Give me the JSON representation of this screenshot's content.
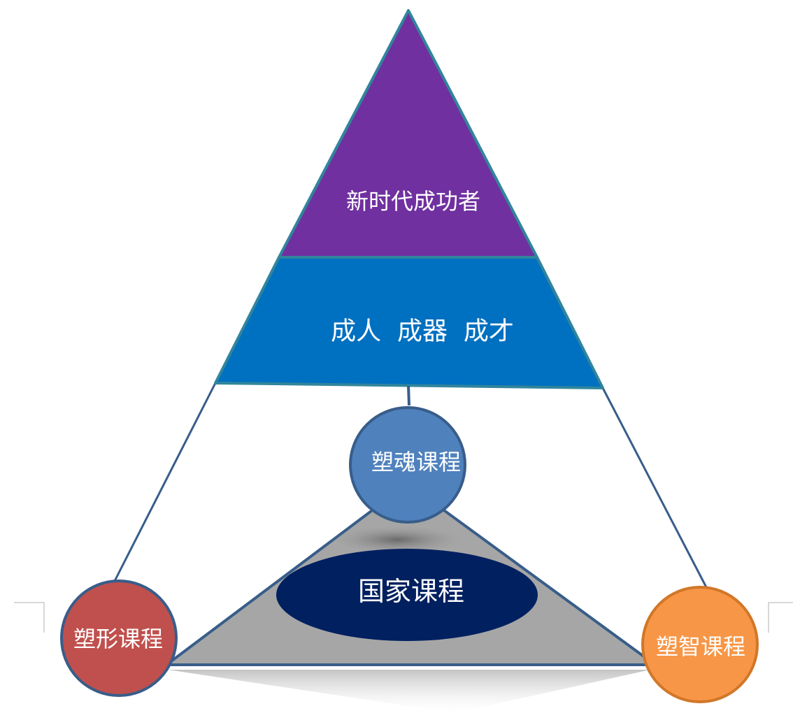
{
  "pyramid": {
    "top_label": "新时代成功者",
    "middle_label": "成人  成器  成才"
  },
  "core": {
    "label": "国家课程"
  },
  "nodes": {
    "soul": "塑魂课程",
    "form": "塑形课程",
    "wisdom": "塑智课程"
  },
  "colors": {
    "top_fill": "#7030A0",
    "middle_fill": "#0070C0",
    "soul_fill": "#4F81BD",
    "form_fill": "#C0504D",
    "wisdom_fill": "#F79646",
    "core_fill": "#002060",
    "inner_triangle_fill": "#A6A6A6",
    "outline": "#31859C",
    "edge": "#385D8A"
  }
}
